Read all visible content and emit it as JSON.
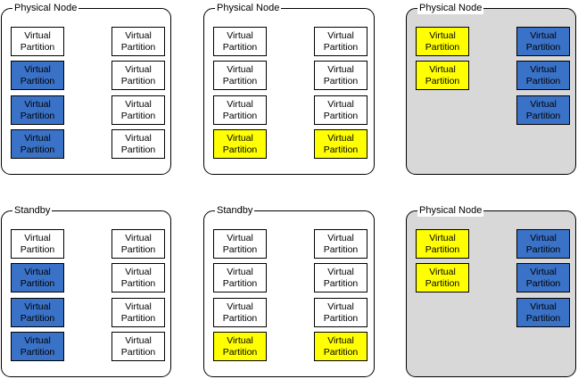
{
  "colors": {
    "white": "#ffffff",
    "blue": "#3a72c8",
    "yellow": "#ffff00",
    "shaded_node": "#d8d8d8",
    "border": "#000000"
  },
  "nodes": [
    {
      "label": "Physical Node",
      "shaded": false,
      "left_column": [
        {
          "label": "Virtual\nPartition",
          "color": "white"
        },
        {
          "label": "Virtual\nPartition",
          "color": "blue"
        },
        {
          "label": "Virtual\nPartition",
          "color": "blue"
        },
        {
          "label": "Virtual\nPartition",
          "color": "blue"
        }
      ],
      "right_column": [
        {
          "label": "Virtual\nPartition",
          "color": "white"
        },
        {
          "label": "Virtual\nPartition",
          "color": "white"
        },
        {
          "label": "Virtual\nPartition",
          "color": "white"
        },
        {
          "label": "Virtual\nPartition",
          "color": "white"
        }
      ]
    },
    {
      "label": "Physical Node",
      "shaded": false,
      "left_column": [
        {
          "label": "Virtual\nPartition",
          "color": "white"
        },
        {
          "label": "Virtual\nPartition",
          "color": "white"
        },
        {
          "label": "Virtual\nPartition",
          "color": "white"
        },
        {
          "label": "Virtual\nPartition",
          "color": "yellow"
        }
      ],
      "right_column": [
        {
          "label": "Virtual\nPartition",
          "color": "white"
        },
        {
          "label": "Virtual\nPartition",
          "color": "white"
        },
        {
          "label": "Virtual\nPartition",
          "color": "white"
        },
        {
          "label": "Virtual\nPartition",
          "color": "yellow"
        }
      ]
    },
    {
      "label": "Physical Node",
      "shaded": true,
      "left_column": [
        {
          "label": "Virtual\nPartition",
          "color": "yellow"
        },
        {
          "label": "Virtual\nPartition",
          "color": "yellow"
        }
      ],
      "right_column": [
        {
          "label": "Virtual\nPartition",
          "color": "blue"
        },
        {
          "label": "Virtual\nPartition",
          "color": "blue"
        },
        {
          "label": "Virtual\nPartition",
          "color": "blue"
        }
      ]
    },
    {
      "label": "Standby",
      "shaded": false,
      "left_column": [
        {
          "label": "Virtual\nPartition",
          "color": "white"
        },
        {
          "label": "Virtual\nPartition",
          "color": "blue"
        },
        {
          "label": "Virtual\nPartition",
          "color": "blue"
        },
        {
          "label": "Virtual\nPartition",
          "color": "blue"
        }
      ],
      "right_column": [
        {
          "label": "Virtual\nPartition",
          "color": "white"
        },
        {
          "label": "Virtual\nPartition",
          "color": "white"
        },
        {
          "label": "Virtual\nPartition",
          "color": "white"
        },
        {
          "label": "Virtual\nPartition",
          "color": "white"
        }
      ]
    },
    {
      "label": "Standby",
      "shaded": false,
      "left_column": [
        {
          "label": "Virtual\nPartition",
          "color": "white"
        },
        {
          "label": "Virtual\nPartition",
          "color": "white"
        },
        {
          "label": "Virtual\nPartition",
          "color": "white"
        },
        {
          "label": "Virtual\nPartition",
          "color": "yellow"
        }
      ],
      "right_column": [
        {
          "label": "Virtual\nPartition",
          "color": "white"
        },
        {
          "label": "Virtual\nPartition",
          "color": "white"
        },
        {
          "label": "Virtual\nPartition",
          "color": "white"
        },
        {
          "label": "Virtual\nPartition",
          "color": "yellow"
        }
      ]
    },
    {
      "label": "Physical Node",
      "shaded": true,
      "left_column": [
        {
          "label": "Virtual\nPartition",
          "color": "yellow"
        },
        {
          "label": "Virtual\nPartition",
          "color": "yellow"
        }
      ],
      "right_column": [
        {
          "label": "Virtual\nPartition",
          "color": "blue"
        },
        {
          "label": "Virtual\nPartition",
          "color": "blue"
        },
        {
          "label": "Virtual\nPartition",
          "color": "blue"
        }
      ]
    }
  ]
}
